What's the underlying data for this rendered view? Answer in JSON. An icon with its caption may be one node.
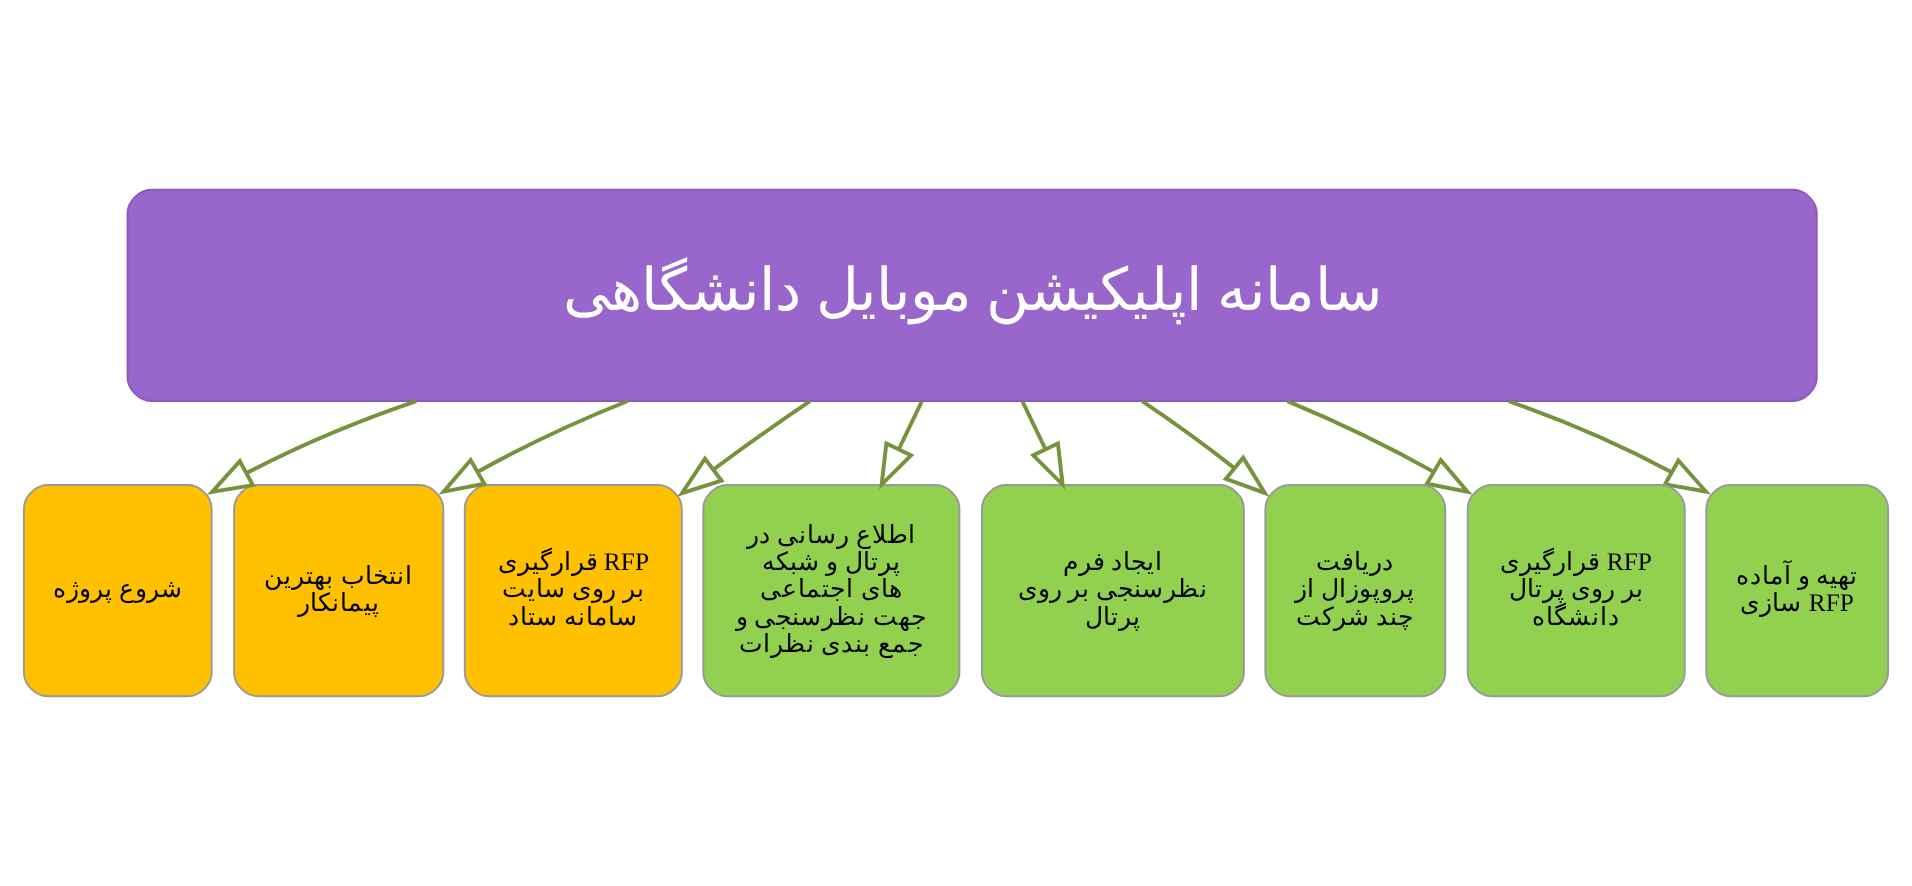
{
  "diagram": {
    "nodes": [
      {
        "text": [
          "سامانه اپلیکیشن موبایل دانشگاهی"
        ]
      },
      {
        "text": [
          "تهیه و آماده سازی RFP"
        ]
      },
      {
        "text": [
          "قرارگیری RFP بر روی پرتال دانشگاه"
        ]
      },
      {
        "text": [
          "دریافت پروپوزال از چند شرکت"
        ]
      },
      {
        "text": [
          "ایجاد فرم نظرسنجی بر روی پرتال"
        ]
      },
      {
        "text": [
          "اطلاع رسانی در پرتال و شبکه های اجتماعی جهت نظرسنجی و جمع بندی نظرات"
        ]
      },
      {
        "text": [
          "قرارگیری RFP بر روی سایت سامانه ستاد"
        ]
      },
      {
        "text": [
          "انتخاب بهترین پیمانکار"
        ]
      },
      {
        "text": [
          "شروع پروژه"
        ]
      }
    ],
    "edges": [
      {
        "from": 0,
        "to": 8,
        "arrow": "to"
      },
      {
        "from": 0,
        "to": 7,
        "arrow": "to"
      },
      {
        "from": 0,
        "to": 6,
        "arrow": "to"
      },
      {
        "from": 0,
        "to": 5,
        "arrow": "to"
      },
      {
        "from": 0,
        "to": 4,
        "arrow": "to"
      },
      {
        "from": 0,
        "to": 3,
        "arrow": "to"
      },
      {
        "from": 0,
        "to": 2,
        "arrow": "to"
      },
      {
        "from": 0,
        "to": 1,
        "arrow": "to"
      }
    ]
  }
}
